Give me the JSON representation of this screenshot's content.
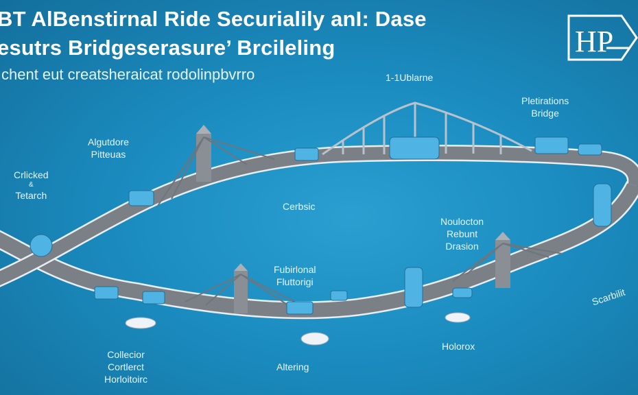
{
  "header": {
    "title_line1": "BT AlBenstirnal Ride Securialily anI: Dase",
    "title_line2": "esutrs Bridgeserasure’ Brcileling",
    "subtitle": "chent eut creatsheraicat rodolinpbvrro"
  },
  "logo": {
    "text": "HP"
  },
  "labels": {
    "top_span": "1-1Ublarne",
    "plt_bridge_1": "Pletirations",
    "plt_bridge_2": "Bridge",
    "algutdore_1": "Algutdore",
    "algutdore_2": "Pitteuas",
    "crlicked_1": "Crlicked",
    "crlicked_2": "&",
    "crlicked_3": "Tetarch",
    "cerbsic": "Cerbsic",
    "noulocton_1": "Noulocton",
    "noulocton_2": "Rebunt",
    "noulocton_3": "Drasion",
    "fubirlonal_1": "Fubirlonal",
    "fubirlonal_2": "Fluttorigi",
    "collector_1": "Collecior",
    "collector_2": "Cortlerct",
    "collector_3": "Horloitoirc",
    "altering": "Altering",
    "holorox": "Holorox",
    "scarbilit": "Scarbilit"
  },
  "colors": {
    "background": "#1b8cc0",
    "road": "#7b7f86",
    "road_edge": "#e9eef2",
    "module": "#4fb3e3",
    "tower": "#8a8f96"
  }
}
